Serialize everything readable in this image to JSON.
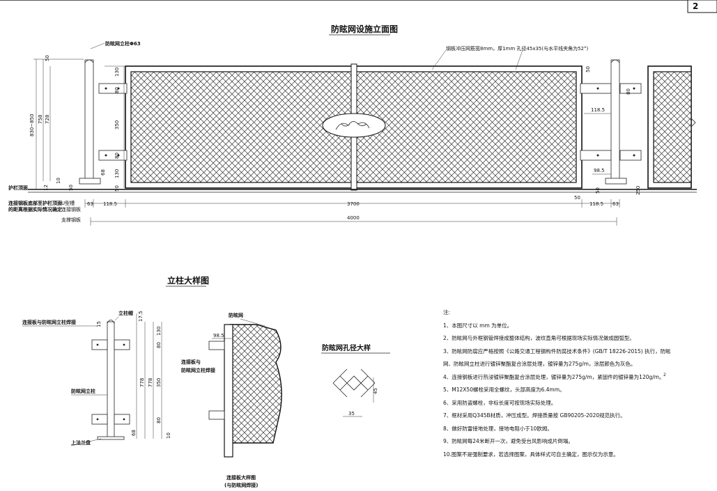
{
  "sheet": {
    "page_no": "2"
  },
  "elevation": {
    "title": "防眩网设施立面图",
    "post_label": "防眩网立柱Φ63",
    "mesh_label": "钢板冲压网筋宽8mm，厚1mm  孔径45x35(与水平线夹角为52°)",
    "guardrail_label": "护栏顶面",
    "connection_label_1": "连接钢板底部至护栏顶面",
    "connection_label_2": "的距离根据实际情况确定",
    "u_label": "U型槽",
    "connect_plate_label": "连接钢板",
    "support_plate_label": "支撑钢板",
    "dims": {
      "h_total": "830~850",
      "h_758": "758",
      "h_728": "728",
      "d50": "50",
      "d130": "130",
      "d80": "80",
      "d350": "350",
      "d68": "68",
      "d10": "10",
      "d12": "12",
      "d63": "63",
      "d118": "118.5",
      "d3700": "3700",
      "d4000": "4000",
      "d98": "98.5",
      "d250": "250"
    }
  },
  "post_detail": {
    "title": "立柱大样图",
    "cap_label": "立柱帽",
    "weld_label": "连接板与防眩网立柱焊接",
    "post_label": "防眩网立柱",
    "flange_label": "上法兰盘",
    "dims": [
      "15",
      "17.5",
      "130",
      "80",
      "350",
      "80",
      "778",
      "778",
      "10",
      "68"
    ]
  },
  "plate_detail": {
    "mesh_label": "防眩网",
    "weld_label_1": "连接板与",
    "weld_label_2": "防眩网立柱焊接",
    "dim": "98.5",
    "caption_1": "连接板大样图",
    "caption_2": "(与防眩网焊接)"
  },
  "hole_detail": {
    "title": "防眩网孔径大样",
    "dim_w": "35",
    "dim_h": "45"
  },
  "notes": {
    "heading": "注:",
    "items": [
      "1、本图尺寸以 mm 为单位。",
      "2、防眩网与外框钢管焊接成整体结构，波纹直角可根据现场实际情况做成圆弧型。",
      "3、防眩网防腐应严格按照《公路交通工程钢构件防腐技术条件》(GB/T 18226-2015) 执行，防眩",
      "网、防眩网立柱进行镀锌聚酯复合涂层处理，镀锌量为275g/m，涂层颜色为灰色。",
      "4、连接钢板进行热浸镀锌聚酯复合涂层处理，镀锌量为275g/m，紧固件的镀锌量为120g/m。",
      "5、M12X50螺栓采用全螺纹，头部高度为6.4mm。",
      "6、采用防盗螺栓，非标长度可按现场实际处理。",
      "7、框材采用Q345B材质，冲压成型。焊接质量按 GB90205-2020规范执行。",
      "8、做好防雷接地处理，接地电阻小于10欧姆。",
      "9、防眩网每24米断开一次，避免受台风影响成片倒塌。",
      "10.图案不是强制要求，若选择图案，具体样式可自主确定，图示仅为示意。"
    ],
    "sup": "2"
  }
}
